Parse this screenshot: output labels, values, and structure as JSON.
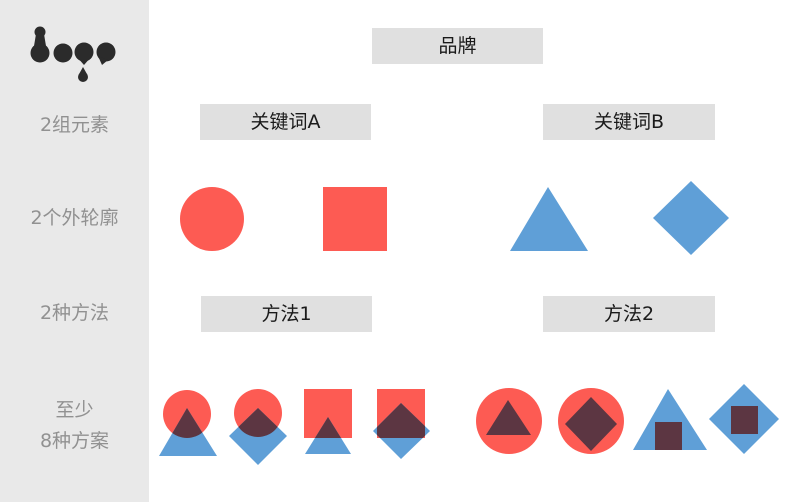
{
  "colors": {
    "sidebar_bg": "#e9e9e9",
    "box_bg": "#e0e0e0",
    "red": "#fd5b53",
    "blue": "#5f9fd7",
    "overlap": "#5c3642",
    "label_text": "#919191",
    "box_text": "#1a1a1a"
  },
  "logo": {
    "name": "logo"
  },
  "sidebar": {
    "rows": [
      {
        "label": "2组元素"
      },
      {
        "label": "2个外轮廓"
      },
      {
        "label": "2种方法"
      },
      {
        "label_line1": "至少",
        "label_line2": "8种方案"
      }
    ]
  },
  "main": {
    "brand": {
      "label": "品牌"
    },
    "keywords": [
      {
        "label": "关键词A",
        "outlines": [
          "circle",
          "square"
        ],
        "color": "red"
      },
      {
        "label": "关键词B",
        "outlines": [
          "triangle",
          "diamond"
        ],
        "color": "blue"
      }
    ],
    "methods": [
      {
        "label": "方法1",
        "description": "overlap combination"
      },
      {
        "label": "方法2",
        "description": "nested combination"
      }
    ],
    "schemes": [
      {
        "id": 1,
        "method": "方法1",
        "outer": "circle",
        "inner": "triangle"
      },
      {
        "id": 2,
        "method": "方法1",
        "outer": "circle",
        "inner": "diamond"
      },
      {
        "id": 3,
        "method": "方法1",
        "outer": "square",
        "inner": "triangle"
      },
      {
        "id": 4,
        "method": "方法1",
        "outer": "square",
        "inner": "diamond"
      },
      {
        "id": 5,
        "method": "方法2",
        "outer": "circle",
        "inner": "triangle"
      },
      {
        "id": 6,
        "method": "方法2",
        "outer": "circle",
        "inner": "diamond"
      },
      {
        "id": 7,
        "method": "方法2",
        "outer": "triangle",
        "inner": "square"
      },
      {
        "id": 8,
        "method": "方法2",
        "outer": "diamond",
        "inner": "square"
      }
    ]
  }
}
